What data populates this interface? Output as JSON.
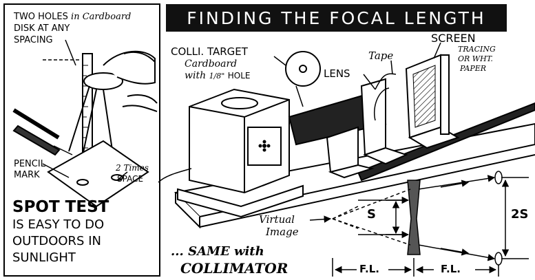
{
  "title": "FINDING THE FOCAL LENGTH",
  "spot_test_panel": {
    "note_line1_caps": "TWO HOLES",
    "note_line1_script": "in Cardboard",
    "note_line2": "DISK AT ANY",
    "note_line3": "SPACING",
    "pencil_label_1": "PENCIL",
    "pencil_label_2": "MARK",
    "times_label_1": "2 Times",
    "times_label_2": "SPACE",
    "heading": "SPOT TEST",
    "body_lines": [
      "IS EASY TO DO",
      "OUTDOORS IN",
      "SUNLIGHT"
    ]
  },
  "apparatus": {
    "target_label": "COLLI. TARGET",
    "target_sub_1": "Cardboard",
    "target_sub_2": "with",
    "target_fraction": "1/8\"",
    "target_sub_3": "HOLE",
    "tape_label": "Tape",
    "lens_label": "LENS",
    "screen_label": "SCREEN",
    "screen_sub_1": "TRACING",
    "screen_sub_2": "OR WHT.",
    "screen_sub_3": "PAPER"
  },
  "ray_diagram": {
    "virtual_1": "Virtual",
    "virtual_2": "Image",
    "s_label": "S",
    "two_s_label": "2S",
    "fl_left": "F.L.",
    "fl_right": "F.L."
  },
  "collimator_caption_1": "... SAME with",
  "collimator_caption_2": "COLLIMATOR"
}
